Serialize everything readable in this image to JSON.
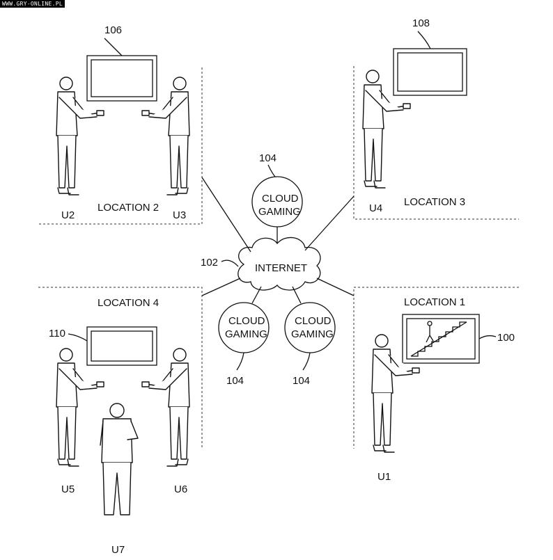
{
  "watermark": "WWW.GRY-ONLINE.PL",
  "network": {
    "label": "INTERNET",
    "ref": "102"
  },
  "cloud_gaming": [
    {
      "line1": "CLOUD",
      "line2": "GAMING",
      "ref": "104"
    },
    {
      "line1": "CLOUD",
      "line2": "GAMING",
      "ref": "104"
    },
    {
      "line1": "CLOUD",
      "line2": "GAMING",
      "ref": "104"
    }
  ],
  "locations": [
    {
      "name": "LOCATION 1",
      "display_ref": "100",
      "users": [
        "U1"
      ]
    },
    {
      "name": "LOCATION 2",
      "display_ref": "106",
      "users": [
        "U2",
        "U3"
      ]
    },
    {
      "name": "LOCATION 3",
      "display_ref": "108",
      "users": [
        "U4"
      ]
    },
    {
      "name": "LOCATION 4",
      "display_ref": "110",
      "users": [
        "U5",
        "U6",
        "U7"
      ]
    }
  ]
}
